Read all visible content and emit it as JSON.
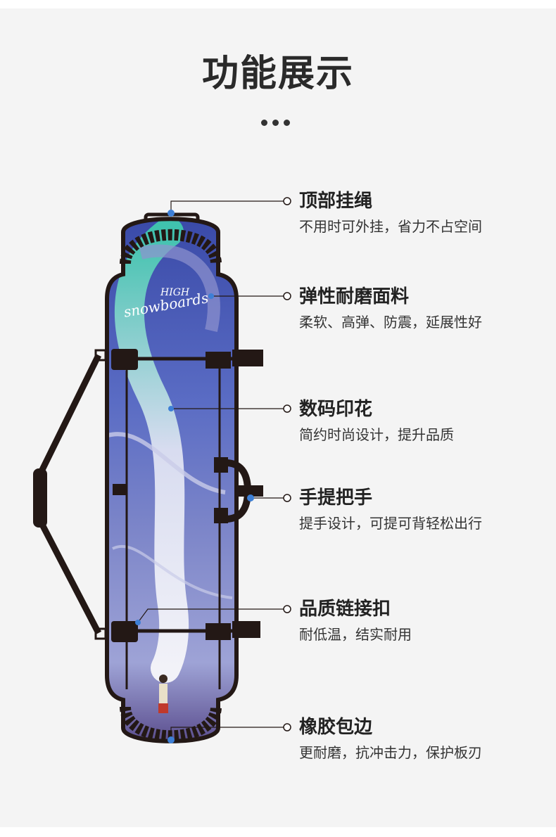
{
  "header": {
    "title": "功能展示"
  },
  "features": [
    {
      "title": "顶部挂绳",
      "desc": "不用时可外挂，省力不占空间"
    },
    {
      "title": "弹性耐磨面料",
      "desc": "柔软、高弹、防震，延展性好"
    },
    {
      "title": "数码印花",
      "desc": "简约时尚设计，提升品质"
    },
    {
      "title": "手提把手",
      "desc": "提手设计，可提可背轻松出行"
    },
    {
      "title": "品质链接扣",
      "desc": "耐低温，结实耐用"
    },
    {
      "title": "橡胶包边",
      "desc": "更耐磨，抗冲击力，保护板刃"
    }
  ],
  "product": {
    "logo_text": "HIGH",
    "brand_text": "snowboards"
  },
  "colors": {
    "background": "#f4f4f4",
    "text_dark": "#222222",
    "frame": "#231815",
    "print_blue": "#4a5cae",
    "dragon_teal": "#3fb8a8",
    "marker": "#3d7fd6"
  }
}
